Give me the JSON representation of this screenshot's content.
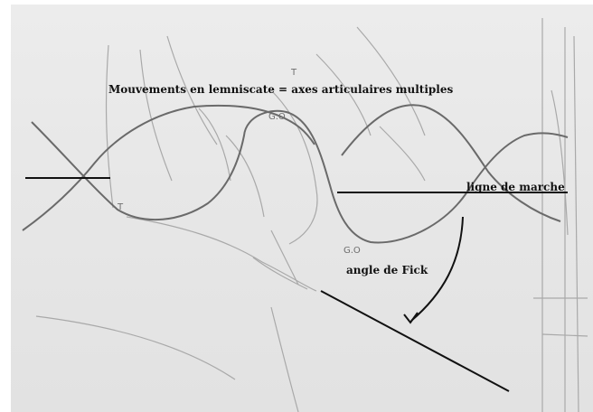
{
  "figure": {
    "title": "Mouvements en lemniscate = axes articulaires multiples",
    "labels": {
      "walking_line": "ligne de marche",
      "fick_angle": "angle de Fick"
    },
    "pencil_marks": {
      "t_left": "T",
      "t_top": "T",
      "go_upper": "G.O",
      "go_lower": "G.O"
    }
  },
  "colors": {
    "paper": "#e7e7e7",
    "pencil": "#777777",
    "ink": "#111111"
  }
}
